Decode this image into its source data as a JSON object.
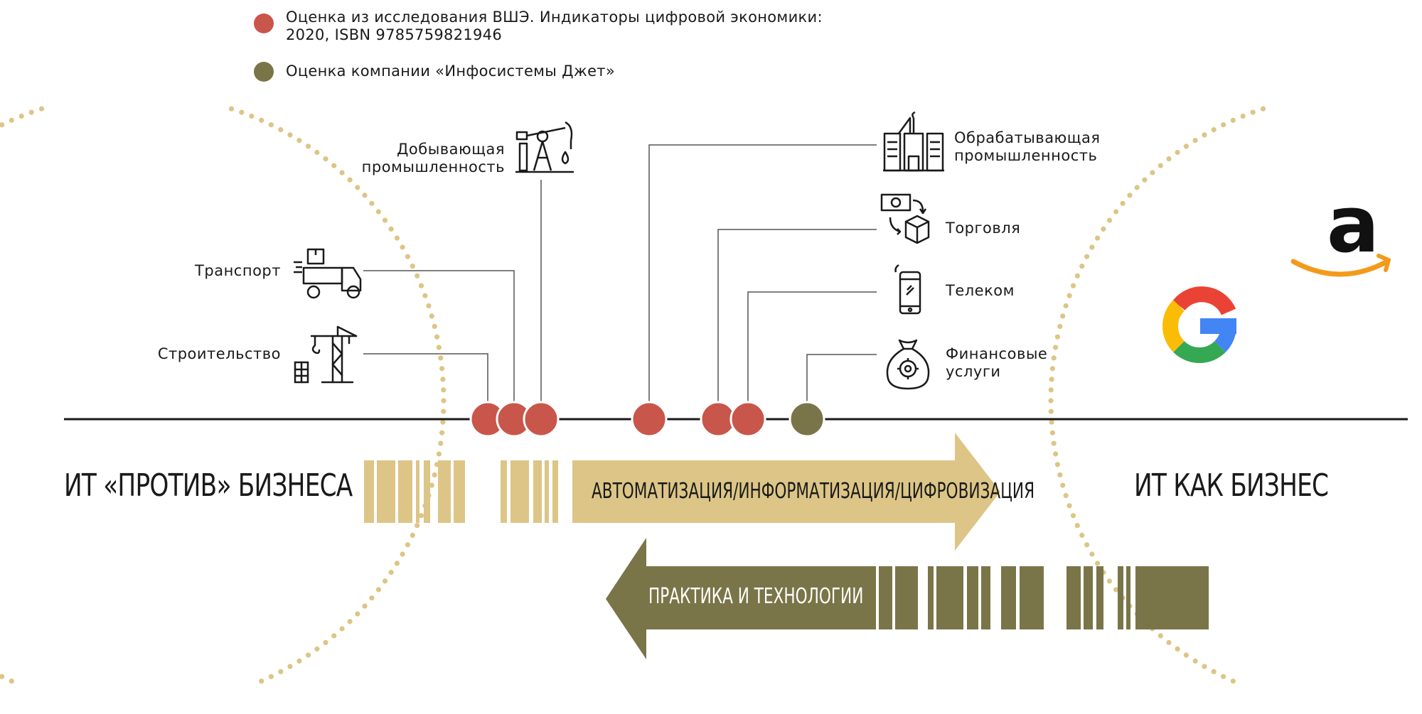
{
  "colors": {
    "hse_dot": "#c9564a",
    "jet_dot": "#7a7548",
    "gold": "#dcc586",
    "olive": "#7a7548",
    "dotted_circle": "#dcc586",
    "axis": "#1a1a1a"
  },
  "legend": [
    {
      "color_name": "red",
      "text": "Оценка из исследования ВШЭ. Индикаторы цифровой экономики: 2020, ISBN 9785759821946"
    },
    {
      "color_name": "olive",
      "text": "Оценка компании «Инфосистемы Джет»"
    }
  ],
  "industries": {
    "construction": {
      "label": "Строительство",
      "icon": "crane-icon"
    },
    "transport": {
      "label": "Транспорт",
      "icon": "truck-icon"
    },
    "mining": {
      "label": "Добывающая промышленность",
      "icon": "oil-pump-icon"
    },
    "manufacturing": {
      "label": "Обрабатывающая промышленность",
      "icon": "factory-icon"
    },
    "trade": {
      "label": "Торговля",
      "icon": "money-box-icon"
    },
    "telecom": {
      "label": "Телеком",
      "icon": "smartphone-icon"
    },
    "finance": {
      "label": "Финансовые услуги",
      "icon": "money-bag-icon"
    }
  },
  "poles": {
    "left": "ИТ «ПРОТИВ» БИЗНЕСА",
    "right": "ИТ КАК БИЗНЕС"
  },
  "arrows": {
    "forward": "АВТОМАТИЗАЦИЯ/ИНФОРМАТИЗАЦИЯ/ЦИФРОВИЗАЦИЯ",
    "backward": "ПРАКТИКА И ТЕХНОЛОГИИ"
  },
  "logos": [
    "amazon-logo",
    "google-logo"
  ]
}
